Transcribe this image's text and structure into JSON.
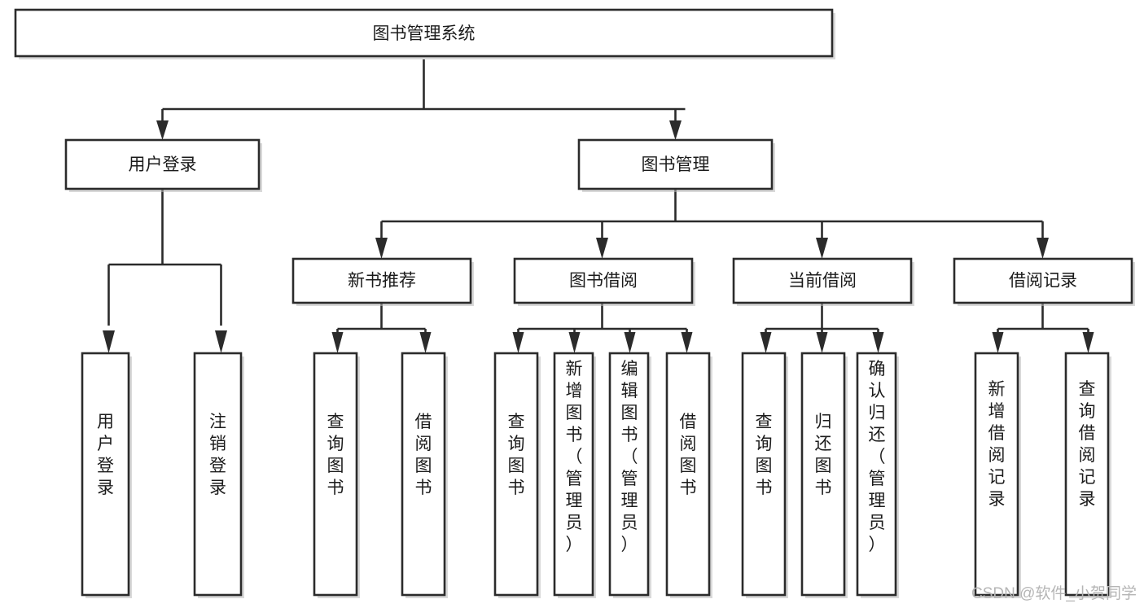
{
  "diagram": {
    "title": "图书管理系统",
    "type": "tree-hierarchy-chart",
    "colors": {
      "background": "#ffffff",
      "box_stroke": "#2b2b2b",
      "box_fill": "#ffffff",
      "text": "#1b1b1b",
      "shadow": "#b9b9b9",
      "watermark": "#b5b5b5"
    },
    "root": {
      "id": "root",
      "label": "图书管理系统"
    },
    "level2": [
      {
        "id": "user-login",
        "label": "用户登录"
      },
      {
        "id": "book-manage",
        "label": "图书管理"
      }
    ],
    "level3": [
      {
        "id": "new-book-recommend",
        "label": "新书推荐",
        "parent": "book-manage"
      },
      {
        "id": "book-borrow",
        "label": "图书借阅",
        "parent": "book-manage"
      },
      {
        "id": "current-borrow",
        "label": "当前借阅",
        "parent": "book-manage"
      },
      {
        "id": "borrow-record",
        "label": "借阅记录",
        "parent": "book-manage"
      }
    ],
    "leaves": [
      {
        "id": "leaf-user-login",
        "label": "用户登录",
        "parent": "user-login"
      },
      {
        "id": "leaf-user-logout",
        "label": "注销登录",
        "parent": "user-login"
      },
      {
        "id": "leaf-query-book-1",
        "label": "查询图书",
        "parent": "new-book-recommend"
      },
      {
        "id": "leaf-borrow-book-1",
        "label": "借阅图书",
        "parent": "new-book-recommend"
      },
      {
        "id": "leaf-query-book-2",
        "label": "查询图书",
        "parent": "book-borrow"
      },
      {
        "id": "leaf-add-book",
        "label": "新增图书（管理员）",
        "parent": "book-borrow"
      },
      {
        "id": "leaf-edit-book",
        "label": "编辑图书（管理员）",
        "parent": "book-borrow"
      },
      {
        "id": "leaf-borrow-book-2",
        "label": "借阅图书",
        "parent": "book-borrow"
      },
      {
        "id": "leaf-query-book-3",
        "label": "查询图书",
        "parent": "current-borrow"
      },
      {
        "id": "leaf-return-book",
        "label": "归还图书",
        "parent": "current-borrow"
      },
      {
        "id": "leaf-confirm-return",
        "label": "确认归还（管理员）",
        "parent": "current-borrow"
      },
      {
        "id": "leaf-add-record",
        "label": "新增借阅记录",
        "parent": "borrow-record"
      },
      {
        "id": "leaf-query-record",
        "label": "查询借阅记录",
        "parent": "borrow-record"
      }
    ]
  },
  "watermark": {
    "text": "CSDN @软件_小贺同学"
  }
}
